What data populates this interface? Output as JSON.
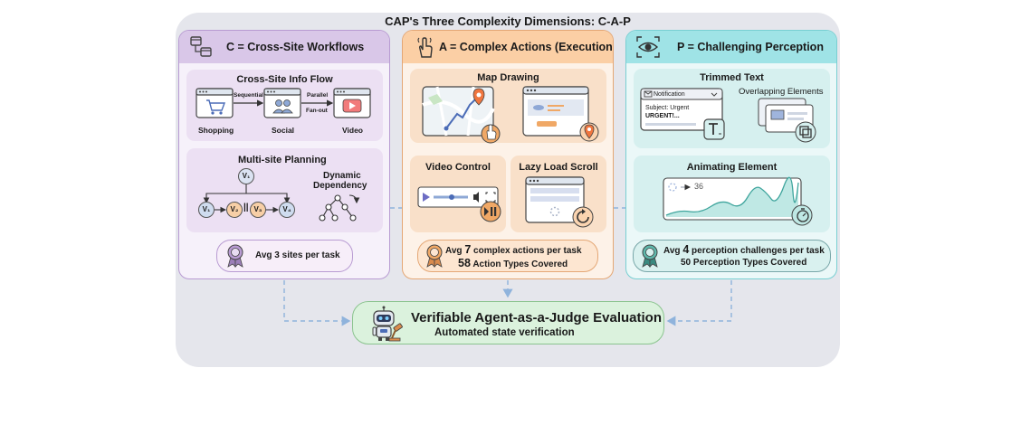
{
  "title": "CAP's Three Complexity Dimensions: C-A-P",
  "colors": {
    "c_accent": "#b89bd2",
    "a_accent": "#e4a775",
    "p_accent": "#78cfd2",
    "verify_accent": "#8bc48f",
    "connector": "#8fb3dc"
  },
  "columns": {
    "c": {
      "title": "C = Cross-Site Workflows",
      "icon": "linked-windows-icon",
      "info_flow": {
        "title": "Cross-Site Info Flow",
        "sites": [
          "Shopping",
          "Social",
          "Video"
        ],
        "arrow_labels": [
          "Sequential",
          "Parallel",
          "Fan-out"
        ]
      },
      "planning": {
        "title": "Multi-site Planning",
        "dependency_label_1": "Dynamic",
        "dependency_label_2": "Dependency",
        "nodes": {
          "top": "V₁",
          "n1": "V₁",
          "n2": "V₂",
          "n3": "V₃",
          "n4": "V₄"
        },
        "parallel_mark": "||"
      },
      "stat": "Avg 3 sites per task"
    },
    "a": {
      "title": "A = Complex Actions (Execution)",
      "icon": "pointing-hand-icon",
      "map_drawing": {
        "title": "Map Drawing"
      },
      "video_control": {
        "title": "Video Control"
      },
      "lazy_load": {
        "title": "Lazy Load Scroll"
      },
      "stat_line1_pre": "Avg ",
      "stat_line1_num": "7",
      "stat_line1_post": " complex actions per task",
      "stat_line2_num": "58",
      "stat_line2_post": " Action Types Covered"
    },
    "p": {
      "title": "P = Challenging Perception",
      "icon": "eye-scan-icon",
      "trimmed_text": {
        "title": "Trimmed Text",
        "overlap_label": "Overlapping Elements",
        "notification_title": "Notification",
        "notification_subject": "Subject: Urgent",
        "notification_body": "URGENT!..."
      },
      "animating": {
        "title": "Animating Element",
        "value": "36"
      },
      "stat_line1_pre": "Avg ",
      "stat_line1_num": "4",
      "stat_line1_post": " perception challenges per task",
      "stat_line2": "50 Perception Types Covered"
    }
  },
  "verification": {
    "title": "Verifiable Agent-as-a-Judge Evaluation",
    "subtitle": "Automated state verification"
  }
}
